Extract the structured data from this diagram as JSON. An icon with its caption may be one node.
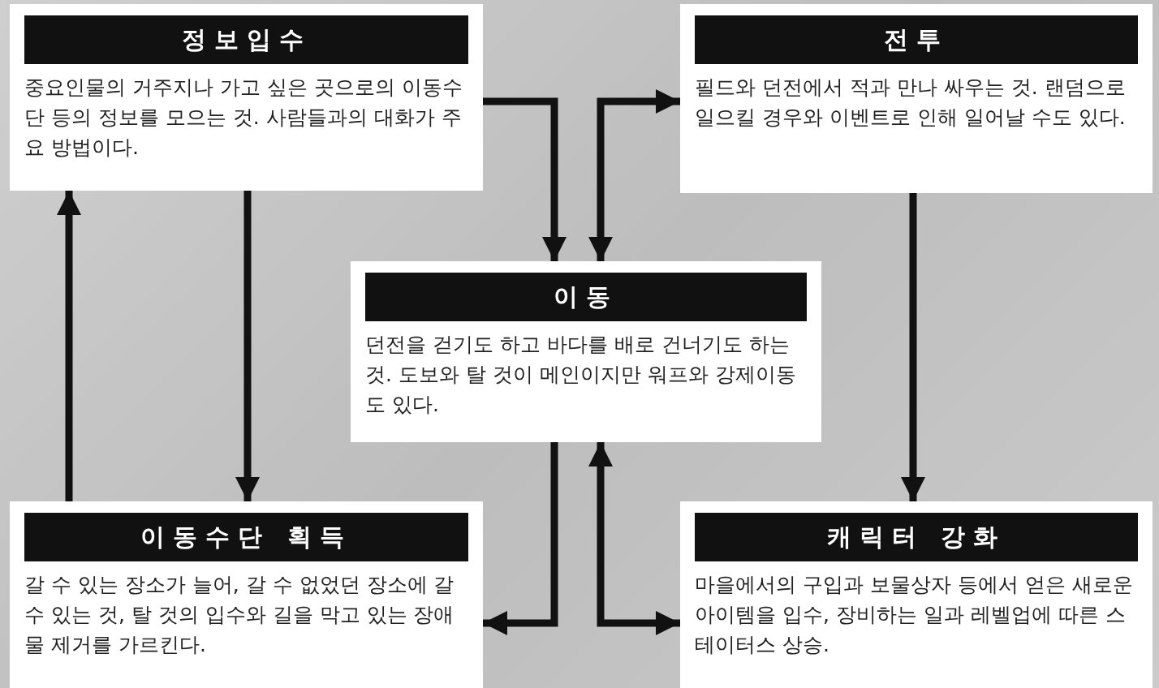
{
  "diagram": {
    "nodes": [
      {
        "text": [
          "정보입수",
          "중요인물의 거주지나 가고 싶은 곳으로의 이동수단 등의 정보를 모으는 것. 사람들과의 대화가 주요 방법이다."
        ]
      },
      {
        "text": [
          "전투",
          "필드와 던전에서 적과 만나 싸우는 것. 랜덤으로 일으킬 경우와 이벤트로 인해 일어날 수도 있다."
        ]
      },
      {
        "text": [
          "이동",
          "던전을 걷기도 하고 바다를 배로 건너기도 하는 것. 도보와 탈 것이 메인이지만 워프와 강제이동도 있다."
        ]
      },
      {
        "text": [
          "이동수단 획득",
          "갈 수 있는 장소가 늘어, 갈 수 없었던 장소에 갈 수 있는 것, 탈 것의 입수와 길을 막고 있는 장애물 제거를 가르킨다."
        ]
      },
      {
        "text": [
          "캐릭터 강화",
          "마을에서의 구입과 보물상자 등에서 얻은 새로운 아이템을 입수, 장비하는 일과 레벨업에 따른 스테이터스 상승."
        ]
      }
    ],
    "edges": [
      {
        "from": 0,
        "to": 2,
        "arrow": "to"
      },
      {
        "from": 2,
        "to": 1,
        "arrow": "both"
      },
      {
        "from": 0,
        "to": 3,
        "arrow": "to"
      },
      {
        "from": 3,
        "to": 0,
        "arrow": "to"
      },
      {
        "from": 1,
        "to": 4,
        "arrow": "to"
      },
      {
        "from": 2,
        "to": 3,
        "arrow": "to"
      },
      {
        "from": 2,
        "to": 4,
        "arrow": "both"
      }
    ]
  }
}
